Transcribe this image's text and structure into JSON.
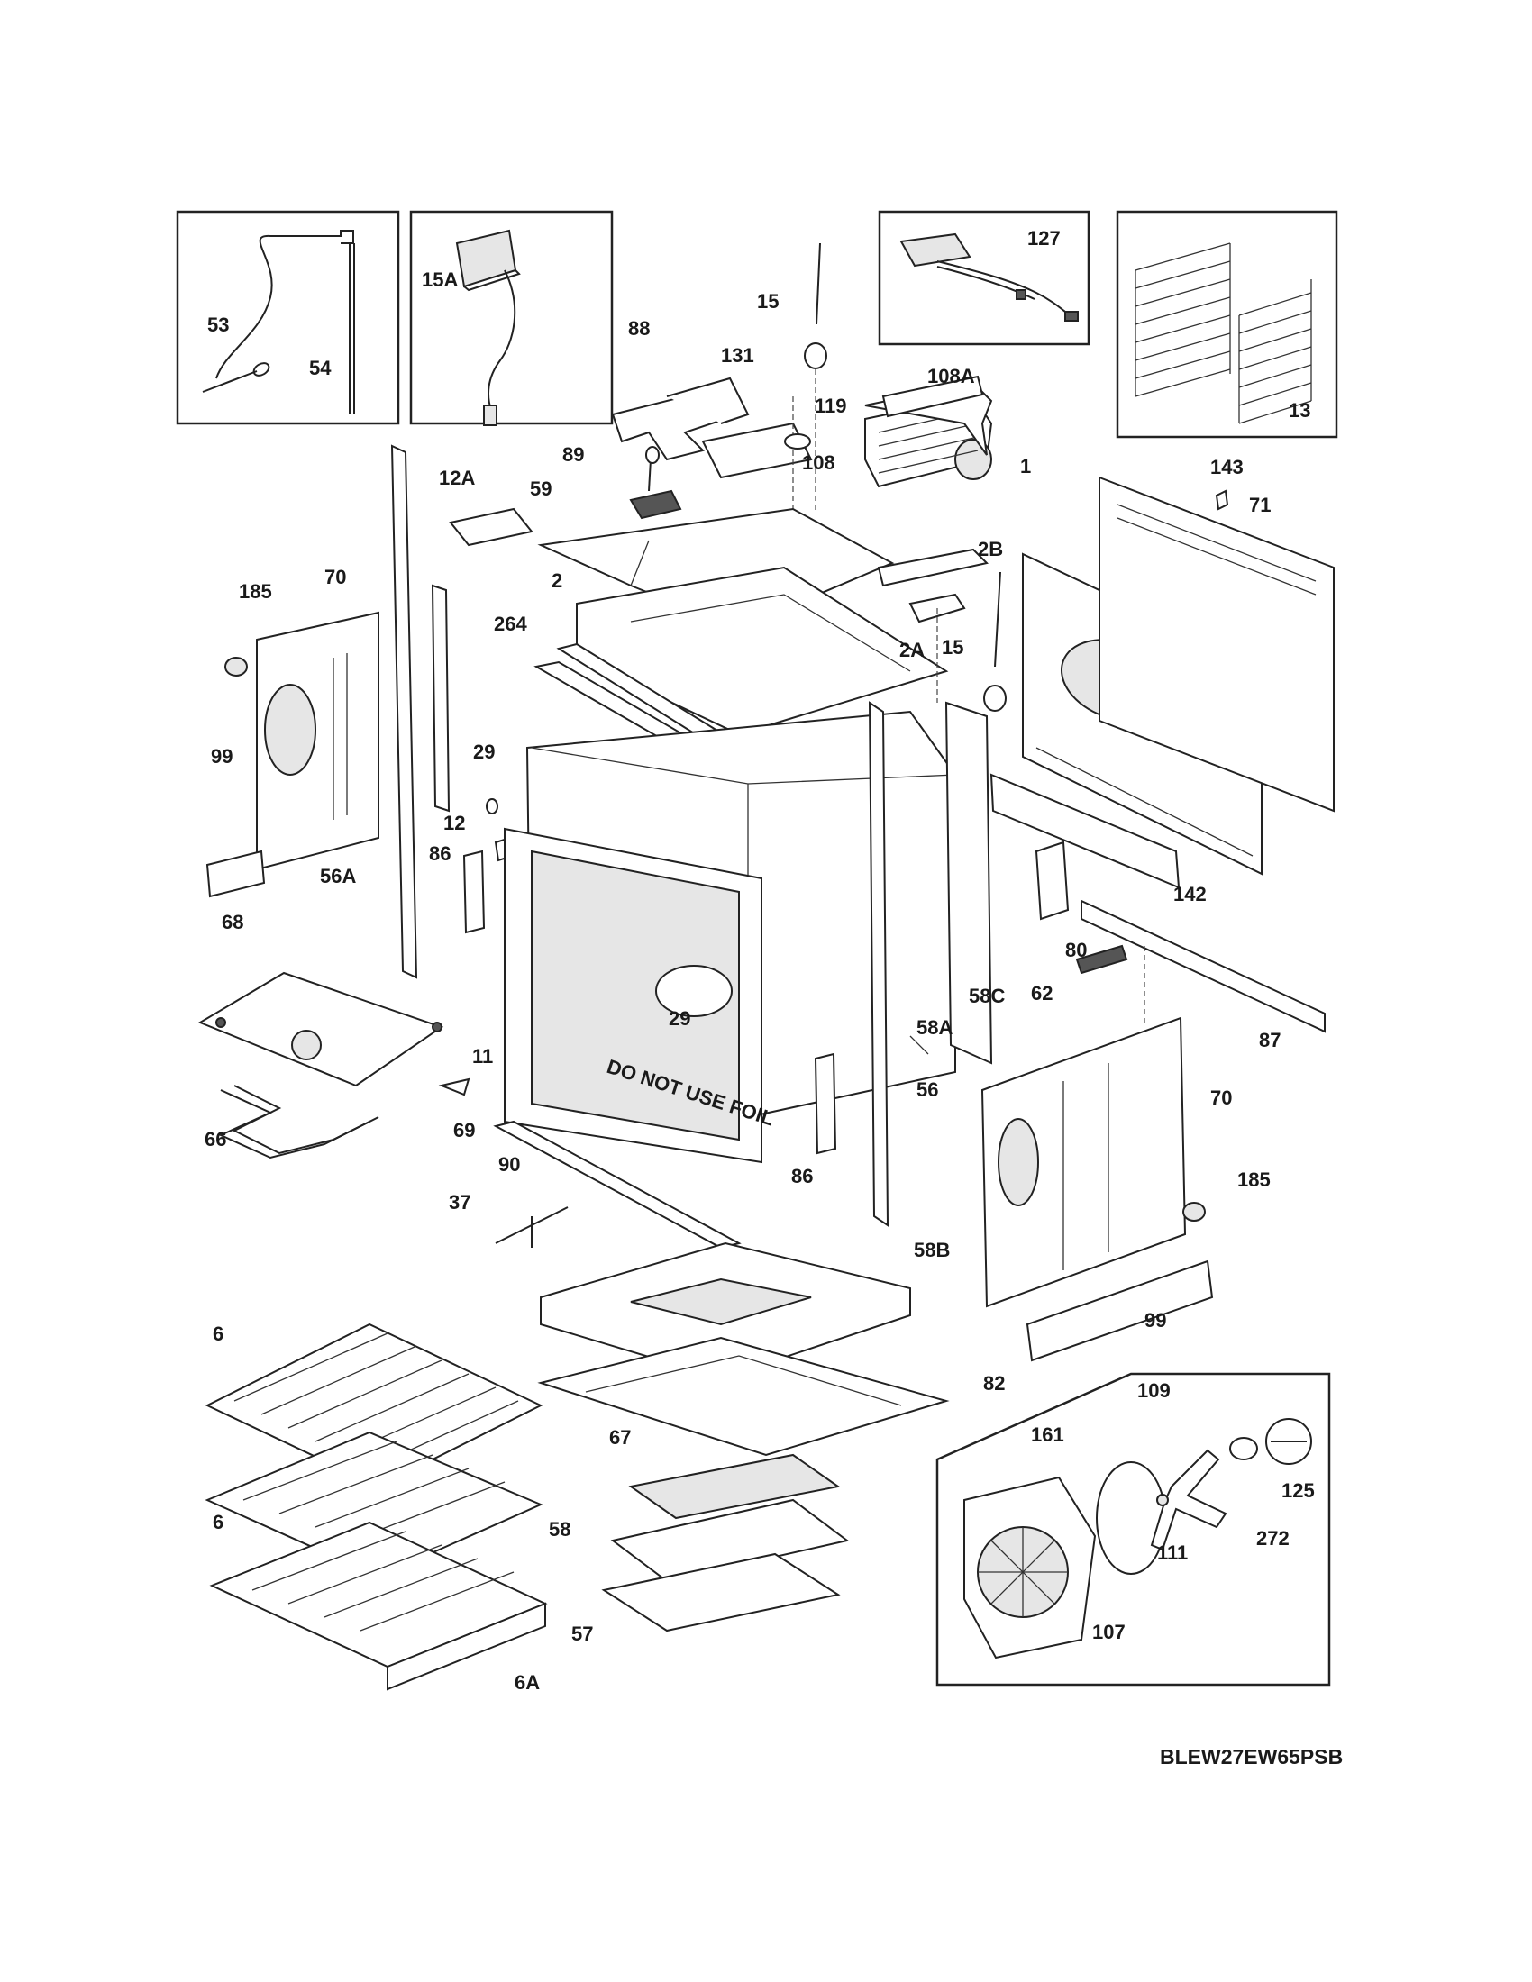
{
  "model_code": "BLEW27EW65PSB",
  "callouts": {
    "p53": "53",
    "p54": "54",
    "p15a": "15A",
    "p15_top": "15",
    "p88": "88",
    "p131": "131",
    "p127": "127",
    "p119": "119",
    "p108a": "108A",
    "p108": "108",
    "p13": "13",
    "p89": "89",
    "p12a": "12A",
    "p59": "59",
    "p1": "1",
    "p143": "143",
    "p71": "71",
    "p185_l": "185",
    "p70_l": "70",
    "p2": "2",
    "p2b": "2B",
    "p264": "264",
    "p2a": "2A",
    "p15_mid": "15",
    "p99_l": "99",
    "p29_a": "29",
    "p12": "12",
    "p86_l": "86",
    "p56a": "56A",
    "p142": "142",
    "p68": "68",
    "p29_b": "29",
    "p80": "80",
    "p58c": "58C",
    "p62": "62",
    "p58a": "58A",
    "p87": "87",
    "p11": "11",
    "p56": "56",
    "p70_r": "70",
    "p66": "66",
    "p69": "69",
    "p90": "90",
    "p86_r": "86",
    "p185_r": "185",
    "p37": "37",
    "p58b": "58B",
    "p99_r": "99",
    "p6_a": "6",
    "p82": "82",
    "p109": "109",
    "p161": "161",
    "p125": "125",
    "p6_b": "6",
    "p67": "67",
    "p58": "58",
    "p111": "111",
    "p272": "272",
    "p57": "57",
    "p107": "107",
    "p6a": "6A"
  },
  "door_text": "DO NOT USE FOIL"
}
